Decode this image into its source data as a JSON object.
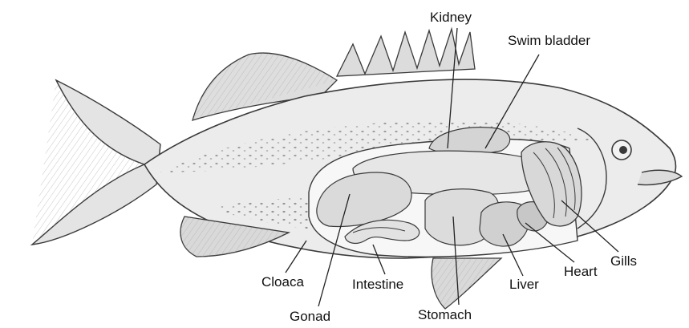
{
  "labels": {
    "kidney": "Kidney",
    "swim_bladder": "Swim bladder",
    "gills": "Gills",
    "heart": "Heart",
    "liver": "Liver",
    "stomach": "Stomach",
    "intestine": "Intestine",
    "cloaca": "Cloaca",
    "gonad": "Gonad"
  },
  "colors": {
    "ink": "#3a3a3a",
    "fill_light": "#ececec",
    "fill_mid": "#d6d6d6",
    "fill_dark": "#b9b9b9",
    "label_text": "#111111"
  }
}
